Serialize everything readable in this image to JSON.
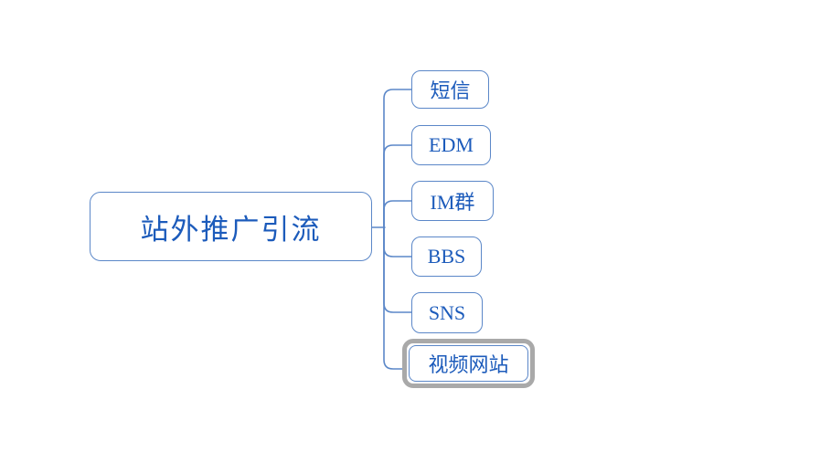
{
  "diagram": {
    "type": "mindmap",
    "root": {
      "label": "站外推广引流"
    },
    "children": [
      {
        "label": "短信",
        "selected": false
      },
      {
        "label": "EDM",
        "selected": false
      },
      {
        "label": "IM群",
        "selected": false
      },
      {
        "label": "BBS",
        "selected": false
      },
      {
        "label": "SNS",
        "selected": false
      },
      {
        "label": "视频网站",
        "selected": true
      }
    ],
    "colors": {
      "background": "#ffffff",
      "node_fill": "#ffffff",
      "node_border": "#5b87c8",
      "node_text": "#1c5bbb",
      "connector": "#5b87c8",
      "selection_ring": "#a9a9a9"
    }
  }
}
